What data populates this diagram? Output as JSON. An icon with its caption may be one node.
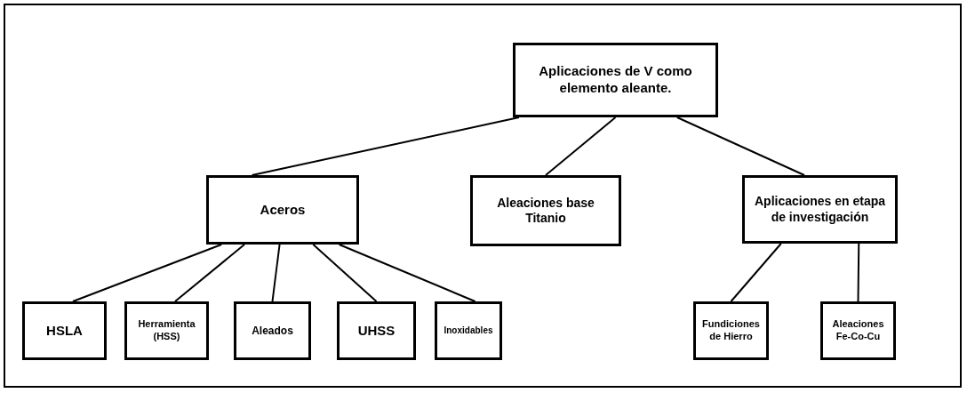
{
  "diagram": {
    "nodes": [
      {
        "text": [
          "Aplicaciones de V como elemento aleante."
        ]
      },
      {
        "text": [
          "Aceros"
        ]
      },
      {
        "text": [
          "Aleaciones base Titanio"
        ]
      },
      {
        "text": [
          "Aplicaciones en etapa de investigación"
        ]
      },
      {
        "text": [
          "HSLA"
        ]
      },
      {
        "text": [
          "Herramienta (HSS)"
        ]
      },
      {
        "text": [
          "Aleados"
        ]
      },
      {
        "text": [
          "UHSS"
        ]
      },
      {
        "text": [
          "Inoxidables"
        ]
      },
      {
        "text": [
          "Fundiciones de Hierro"
        ]
      },
      {
        "text": [
          "Aleaciones Fe-Co-Cu"
        ]
      }
    ],
    "edges": [
      {
        "from": 0,
        "to": 1,
        "arrow": "none"
      },
      {
        "from": 0,
        "to": 2,
        "arrow": "none"
      },
      {
        "from": 0,
        "to": 3,
        "arrow": "none"
      },
      {
        "from": 1,
        "to": 4,
        "arrow": "none"
      },
      {
        "from": 1,
        "to": 5,
        "arrow": "none"
      },
      {
        "from": 1,
        "to": 6,
        "arrow": "none"
      },
      {
        "from": 1,
        "to": 7,
        "arrow": "none"
      },
      {
        "from": 1,
        "to": 8,
        "arrow": "none"
      },
      {
        "from": 3,
        "to": 9,
        "arrow": "none"
      },
      {
        "from": 3,
        "to": 10,
        "arrow": "none"
      }
    ]
  }
}
